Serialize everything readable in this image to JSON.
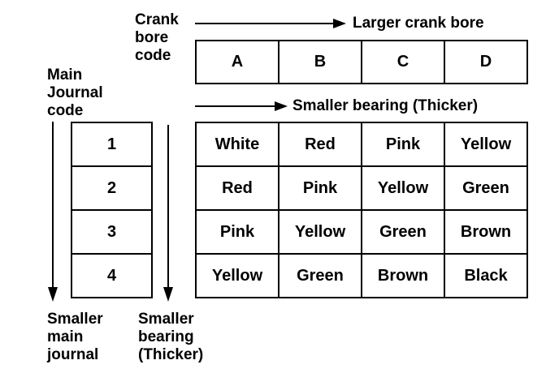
{
  "header": {
    "crank_bore_code": [
      "Crank",
      "bore",
      "code"
    ],
    "larger_crank_bore": "Larger crank bore",
    "smaller_bearing_top": "Smaller bearing (Thicker)",
    "main_journal_code": [
      "Main",
      "Journal",
      "code"
    ]
  },
  "footer": {
    "smaller_main_journal": [
      "Smaller",
      "main",
      "journal"
    ],
    "smaller_bearing": [
      "Smaller",
      "bearing",
      "(Thicker)"
    ]
  },
  "crank_bore_codes": [
    "A",
    "B",
    "C",
    "D"
  ],
  "main_journal_codes": [
    "1",
    "2",
    "3",
    "4"
  ],
  "bearing_colors": [
    [
      "White",
      "Red",
      "Pink",
      "Yellow"
    ],
    [
      "Red",
      "Pink",
      "Yellow",
      "Green"
    ],
    [
      "Pink",
      "Yellow",
      "Green",
      "Brown"
    ],
    [
      "Yellow",
      "Green",
      "Brown",
      "Black"
    ]
  ],
  "colors": {
    "ink": "#000000",
    "background": "#ffffff"
  }
}
